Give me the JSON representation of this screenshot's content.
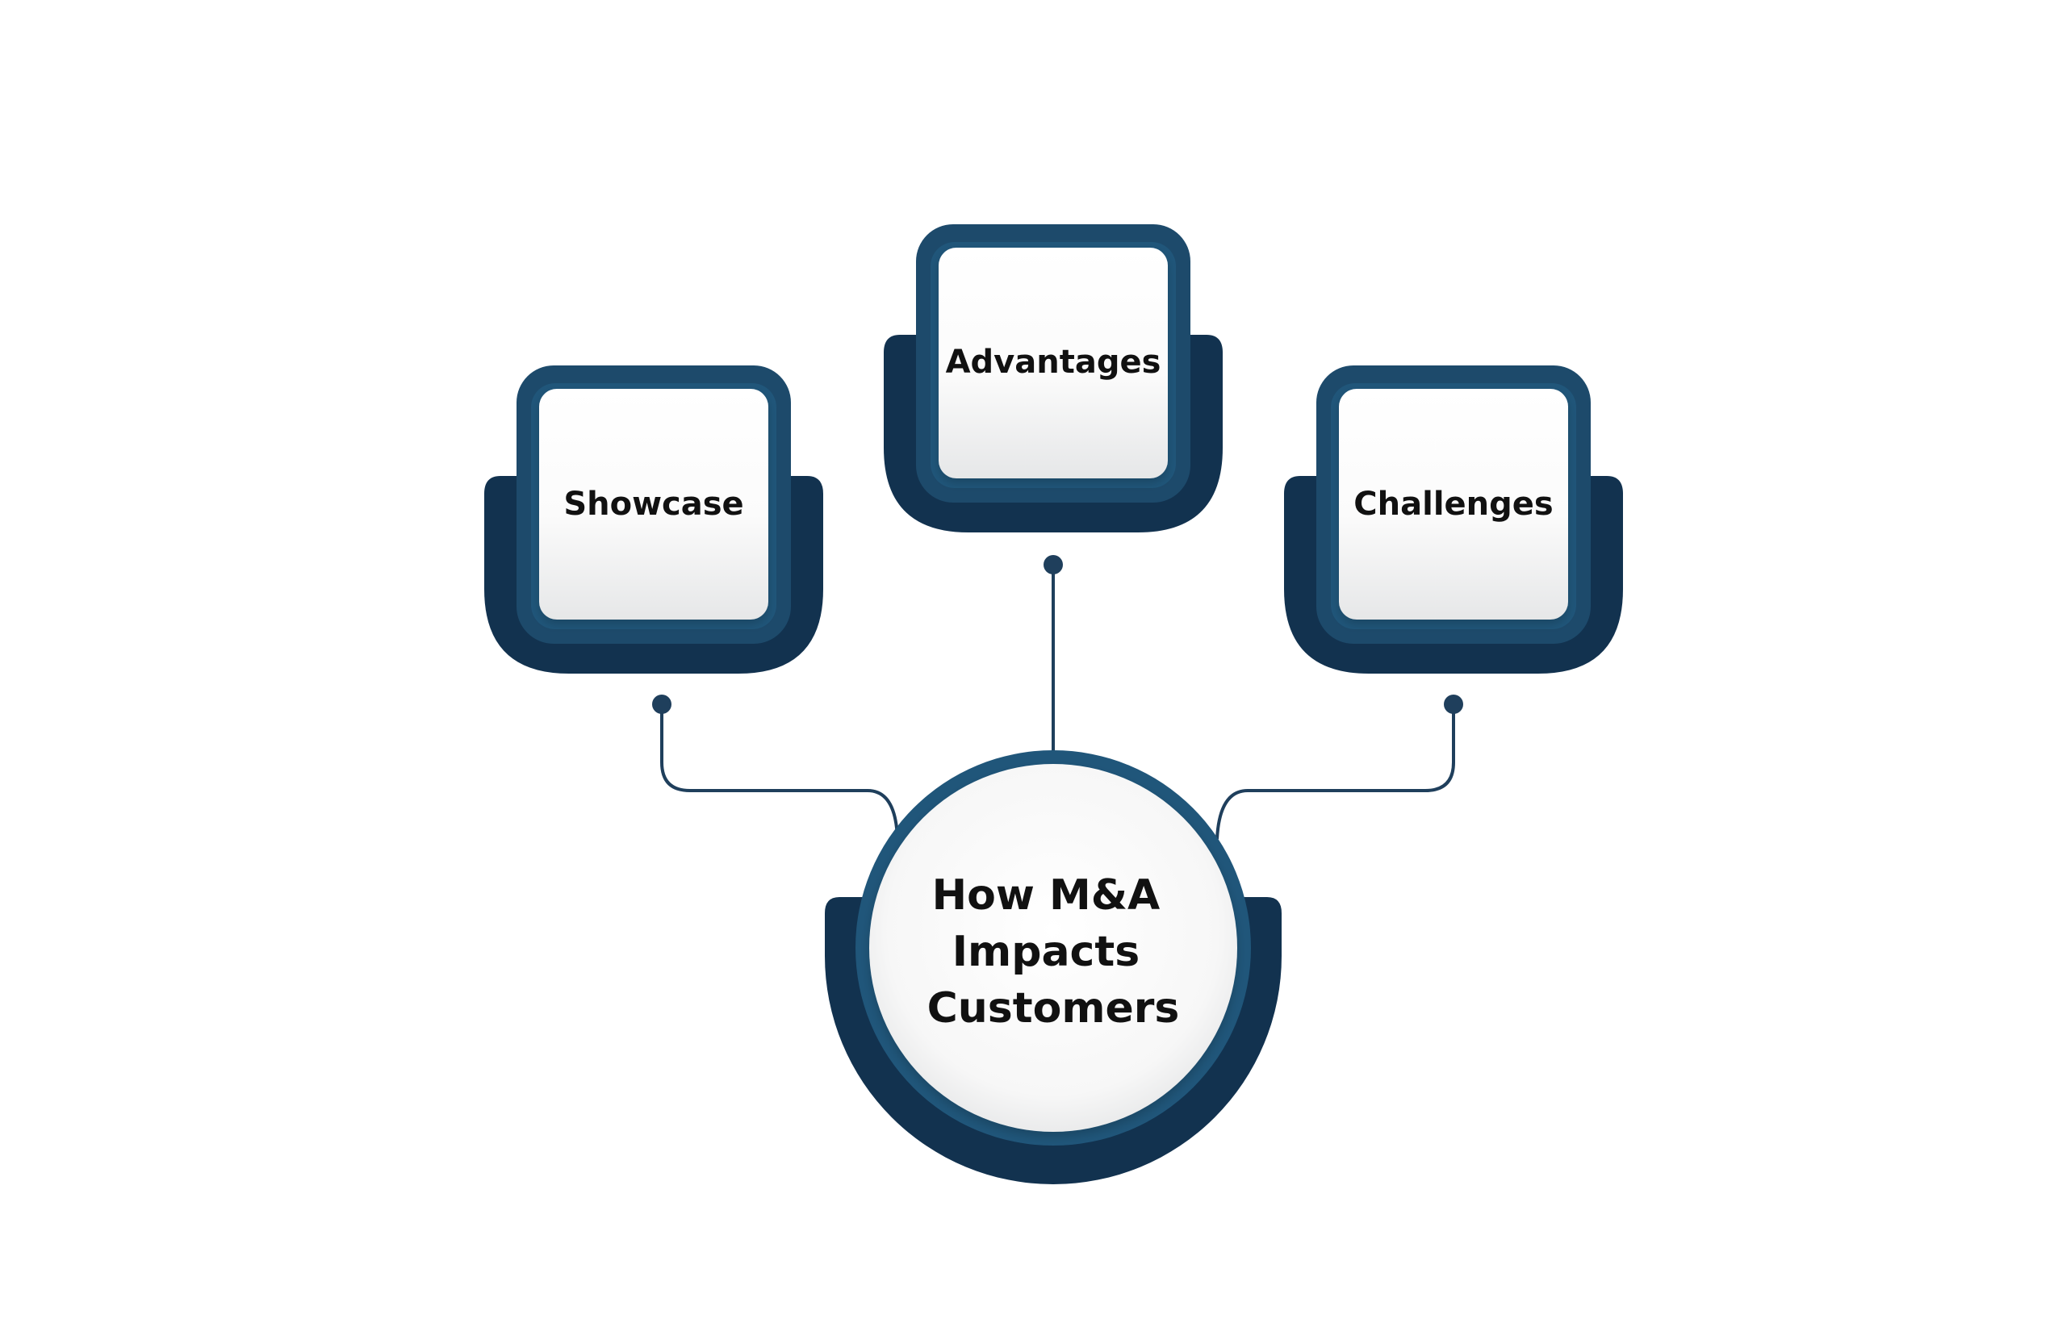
{
  "diagram": {
    "center": {
      "lines": [
        "How M&A",
        "Impacts",
        "Customers"
      ]
    },
    "nodes": [
      {
        "id": "showcase",
        "label": "Showcase"
      },
      {
        "id": "advantages",
        "label": "Advantages"
      },
      {
        "id": "challenges",
        "label": "Challenges"
      }
    ]
  },
  "colors": {
    "dark_navy": "#12324f",
    "mid_blue": "#1d4a6b",
    "ring_blue": "#20567a",
    "connector": "#1f3f5c",
    "card_top": "#ffffff",
    "card_bottom": "#e9eaeb",
    "background": "#ffffff"
  }
}
